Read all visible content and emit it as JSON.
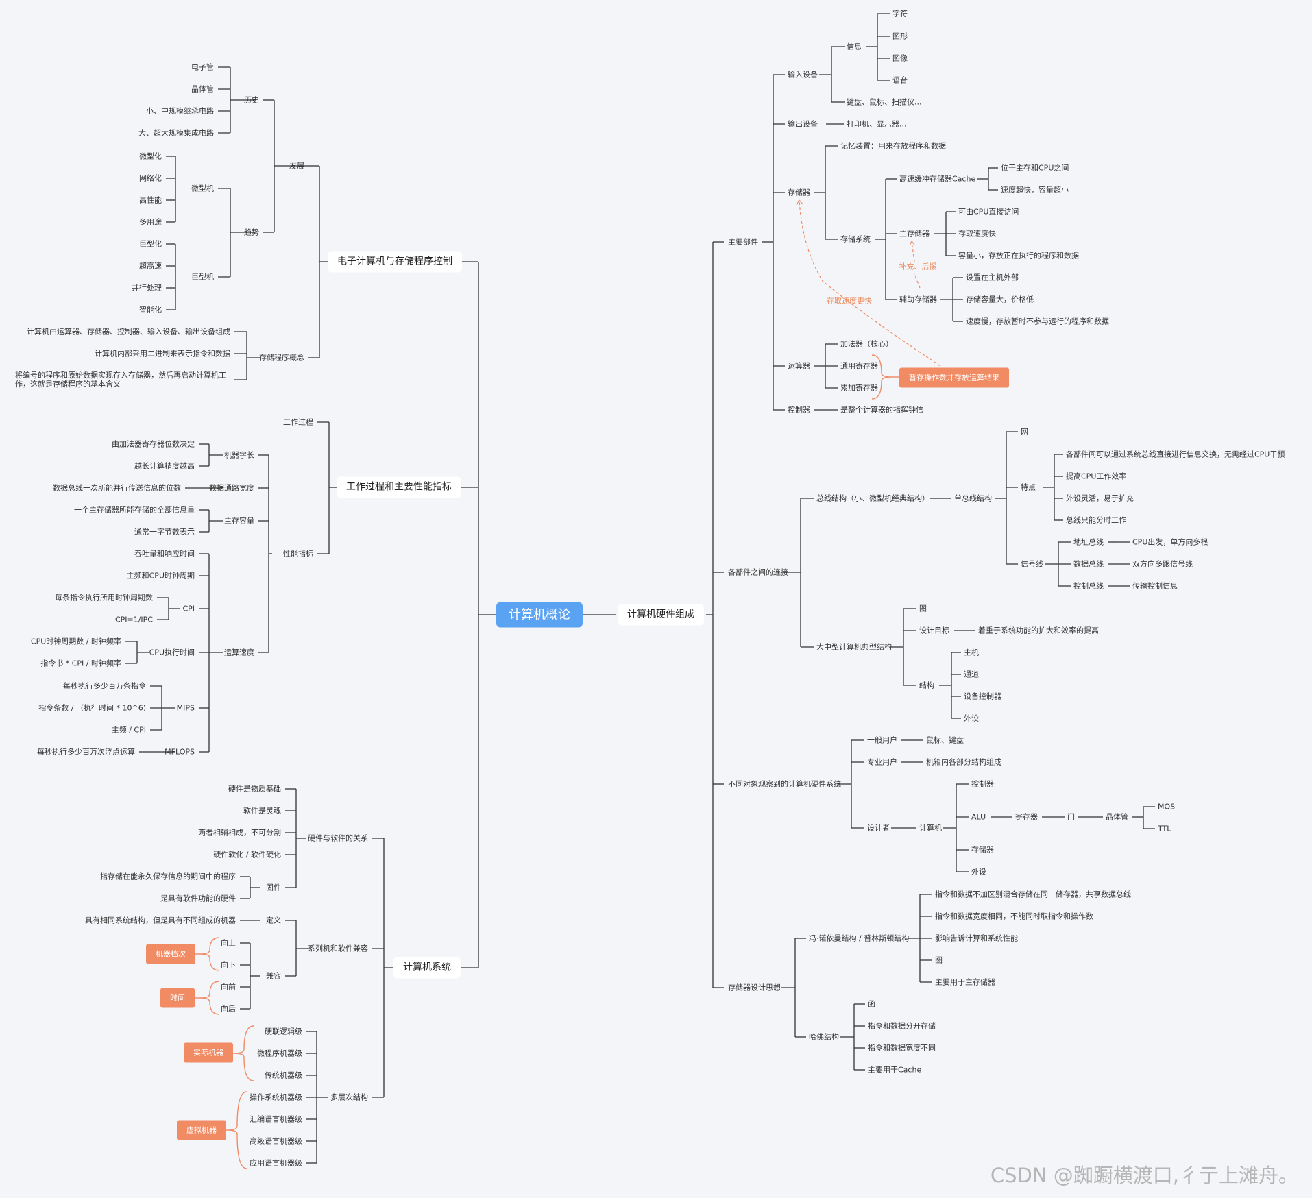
{
  "root": "计算机概论",
  "main": {
    "b1": "电子计算机与存储程序控制",
    "b2": "工作过程和主要性能指标",
    "b3": "计算机系统",
    "b4": "计算机硬件组成"
  },
  "left": {
    "fazhan": "发展",
    "lishi": "历史",
    "lishi_items": [
      "电子管",
      "晶体管",
      "小、中规模继承电路",
      "大、超大规模集成电路"
    ],
    "qushi": "趋势",
    "weixingji": "微型机",
    "wei_items": [
      "微型化",
      "网络化",
      "高性能",
      "多用途"
    ],
    "juxingji": "巨型机",
    "ju_items": [
      "巨型化",
      "超高速",
      "并行处理",
      "智能化"
    ],
    "ccgn": "存储程序概念",
    "ccgn_items": [
      "计算机由运算器、存储器、控制器、输入设备、输出设备组成",
      "计算机内部采用二进制来表示指令和数据",
      "将编号的程序和原始数据实现存入存储器，然后再启动计算机工作，这就是存储程序的基本含义"
    ],
    "gzgc": "工作过程",
    "xnzb": "性能指标",
    "jqzc": "机器字长",
    "jqzc_items": [
      "由加法器寄存器位数决定",
      "越长计算精度越高"
    ],
    "sjtl": "数据通路宽度",
    "sjtl_item": "数据总线一次所能并行传送信息的位数",
    "zcrl": "主存容量",
    "zcrl_items": [
      "一个主存储器所能存储的全部信息量",
      "通常一字节数表示"
    ],
    "yssd": "运算速度",
    "yssd_items": [
      "吞吐量和响应时间",
      "主频和CPU时钟周期"
    ],
    "cpi": "CPI",
    "cpi_items": [
      "每条指令执行所用时钟周期数",
      "CPI=1/IPC"
    ],
    "cpusj": "CPU执行时间",
    "cpusj_items": [
      "CPU时钟周期数 / 时钟频率",
      "指令书 * CPI / 时钟频率"
    ],
    "mips": "MIPS",
    "mips_items": [
      "每秒执行多少百万条指令",
      "指令条数 /  （执行时间 * 10^6)",
      "主频 / CPI"
    ],
    "mflops": "MFLOPS",
    "mflops_item": "每秒执行多少百万次浮点运算",
    "yjgx": "硬件与软件的关系",
    "yjgx_items": [
      "硬件是物质基础",
      "软件是灵魂",
      "两者相辅相成，不可分割",
      "硬件软化 / 软件硬化"
    ],
    "gujian": "固件",
    "gujian_items": [
      "指存储在能永久保存信息的期间中的程序",
      "是具有软件功能的硬件"
    ],
    "xlj": "系列机和软件兼容",
    "dingyi": "定义",
    "dingyi_item": "具有相同系统结构，但是具有不同组成的机器",
    "jianrong": "兼容",
    "jr_items": [
      "向上",
      "向下",
      "向前",
      "向后"
    ],
    "tag_jqdc": "机器档次",
    "tag_shijian": "时间",
    "dcc": "多层次结构",
    "dcc_items": [
      "硬联逻辑级",
      "微程序机器级",
      "传统机器级",
      "操作系统机器级",
      "汇编语言机器级",
      "高级语言机器级",
      "应用语言机器级"
    ],
    "tag_sjjq": "实际机器",
    "tag_xnjq": "虚拟机器"
  },
  "right": {
    "zybj": "主要部件",
    "srsb": "输入设备",
    "xinxi": "信息",
    "xinxi_items": [
      "字符",
      "图形",
      "图像",
      "语音"
    ],
    "jianpan": "键盘、鼠标、扫描仪...",
    "scsb": "输出设备",
    "dayin": "打印机、显示器...",
    "ccq": "存储器",
    "jyzz": "记忆装置：用来存放程序和数据",
    "ccxt": "存储系统",
    "cache": "高速缓冲存储器Cache",
    "cache_items": [
      "位于主存和CPU之间",
      "速度超快，容量超小"
    ],
    "zcq": "主存储器",
    "zcq_items": [
      "可由CPU直接访问",
      "存取速度快",
      "容量小，存放正在执行的程序和数据"
    ],
    "fzcq": "辅助存储器",
    "fzcq_items": [
      "设置在主机外部",
      "存储容量大，价格低",
      "速度慢，存放暂时不参与运行的程序和数据"
    ],
    "note_buchong": "补充、后援",
    "note_cqsd": "存取速度更快",
    "ysq": "运算器",
    "ysq_items": [
      "加法器（核心）",
      "通用寄存器",
      "累加寄存器"
    ],
    "tag_zc": "暂存操作数并存放运算结果",
    "kzq": "控制器",
    "kzq_item": "是整个计算器的指挥钟信",
    "lj": "各部件之间的连接",
    "zxjg": "总线结构（小、微型机经典结构）",
    "dzx": "单总线结构",
    "wang": "网",
    "tedian": "特点",
    "td_items": [
      "各部件间可以通过系统总线直接进行信息交换，无需经过CPU干预",
      "提高CPU工作效率",
      "外设灵活，易于扩充",
      "总线只能分时工作"
    ],
    "xhx": "信号线",
    "xhx_a": [
      "地址总线",
      "数据总线",
      "控制总线"
    ],
    "xhx_b": [
      "CPU出发，单方向多根",
      "双方向多跟信号线",
      "传输控制信息"
    ],
    "dxjg": "大中型计算机典型结构",
    "tu1": "图",
    "sjmb": "设计目标",
    "sjmb_item": "着重于系统功能的扩大和效率的提高",
    "jiegou": "结构",
    "jg_items": [
      "主机",
      "通道",
      "设备控制器",
      "外设"
    ],
    "btdx": "不同对象观察到的计算机硬件系统",
    "ybyh": "一般用户",
    "ybyh_item": "鼠标、键盘",
    "zyyh": "专业用户",
    "zyyh_item": "机箱内各部分结构组成",
    "sjz": "设计者",
    "jsj": "计算机",
    "jsj_items": [
      "控制器",
      "ALU",
      "存储器",
      "外设"
    ],
    "jcq": "寄存器",
    "men": "门",
    "jtg": "晶体管",
    "mos": "MOS",
    "ttl": "TTL",
    "ccsj": "存储器设计思想",
    "fnym": "冯·诺依曼结构 / 普林斯顿结构",
    "fnym_items": [
      "指令和数据不加区别混合存储在同一储存器，共享数据总线",
      "指令和数据宽度相同，不能同时取指令和操作数",
      "影响告诉计算和系统性能",
      "图",
      "主要用于主存储器"
    ],
    "hf": "哈佛结构",
    "hf_items": [
      "函",
      "指令和数据分开存储",
      "指令和数据宽度不同",
      "主要用于Cache"
    ]
  },
  "watermark": "CSDN @踟蹰横渡口,彳亍上滩舟。",
  "colors": {
    "root": "#5aa2f2",
    "accent": "#f08b64",
    "line": "#333333",
    "background": "#f3f5f8"
  }
}
